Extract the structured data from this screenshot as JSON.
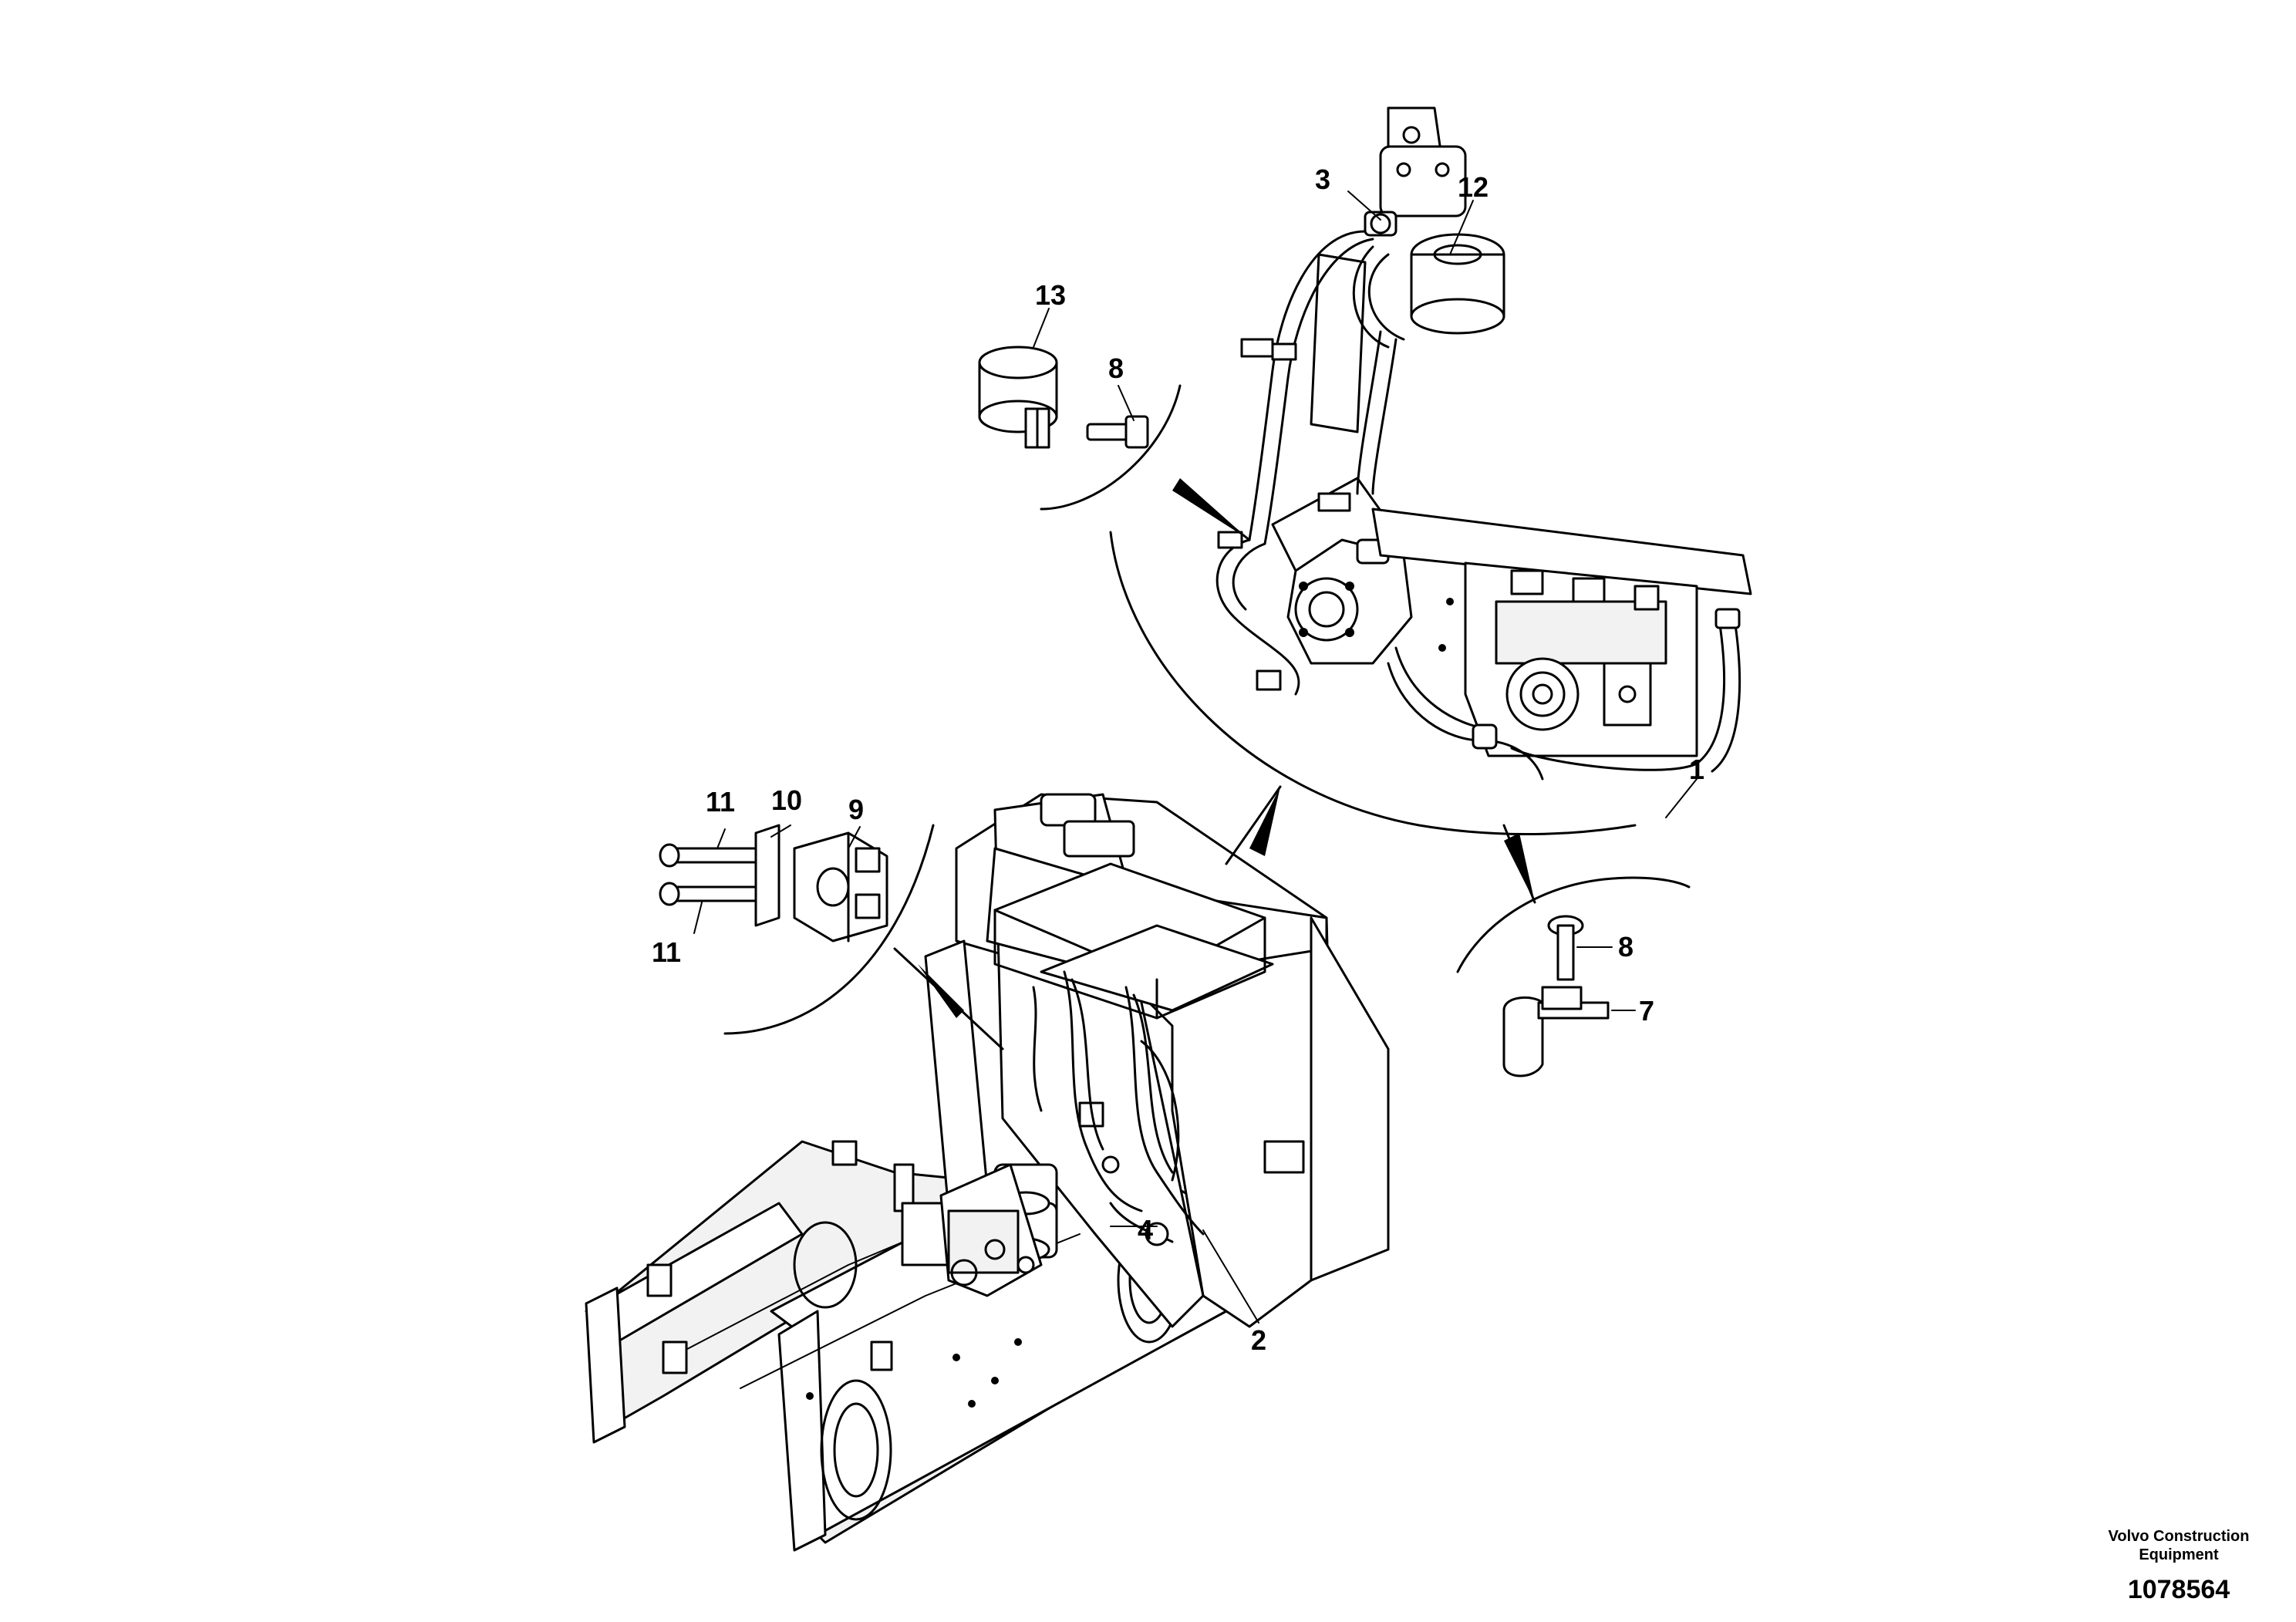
{
  "callouts": [
    {
      "id": "1",
      "text": "1"
    },
    {
      "id": "2",
      "text": "2"
    },
    {
      "id": "3",
      "text": "3"
    },
    {
      "id": "4",
      "text": "4"
    },
    {
      "id": "7",
      "text": "7"
    },
    {
      "id": "8a",
      "text": "8"
    },
    {
      "id": "8b",
      "text": "8"
    },
    {
      "id": "9",
      "text": "9"
    },
    {
      "id": "10",
      "text": "10"
    },
    {
      "id": "11a",
      "text": "11"
    },
    {
      "id": "11b",
      "text": "11"
    },
    {
      "id": "12",
      "text": "12"
    },
    {
      "id": "13",
      "text": "13"
    }
  ],
  "footer": {
    "company_line1": "Volvo Construction",
    "company_line2": "Equipment",
    "drawing_number": "1078564"
  }
}
